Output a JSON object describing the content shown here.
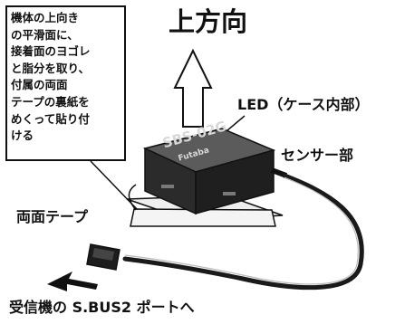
{
  "instruction": {
    "lines": [
      "機体の上向き",
      "の平滑面に、",
      "接着面のヨゴレ",
      "と脂分を取り、",
      "付属の両面",
      "テープの裏紙を",
      "めくって貼り付",
      "ける"
    ]
  },
  "labels": {
    "upward": "上方向",
    "led": "LED（ケース内部）",
    "sensor": "センサー部",
    "tape": "両面テープ",
    "receiver": "受信機の S.BUS2 ポートへ"
  },
  "device": {
    "model": "SBS-02G",
    "brand": "Futaba"
  }
}
